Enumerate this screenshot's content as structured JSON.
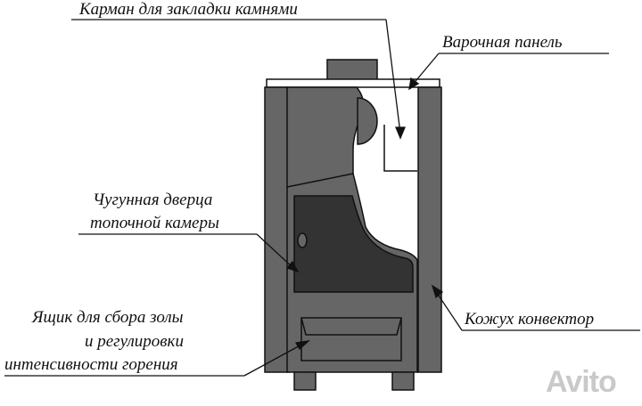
{
  "labels": {
    "pocket": "Карман для закладки камнями",
    "cooktop": "Варочная панель",
    "door_line1": "Чугунная дверца",
    "door_line2": "топочной камеры",
    "ash_line1": "Ящик для сбора золы",
    "ash_line2": "и регулировки",
    "ash_line3": "интенсивности горения",
    "casing": "Кожух конвектор"
  },
  "watermark": "Avito",
  "colors": {
    "body": "#666666",
    "dark": "#333333",
    "outline": "#111111",
    "white": "#ffffff",
    "watermark": "#c9c9c9"
  }
}
